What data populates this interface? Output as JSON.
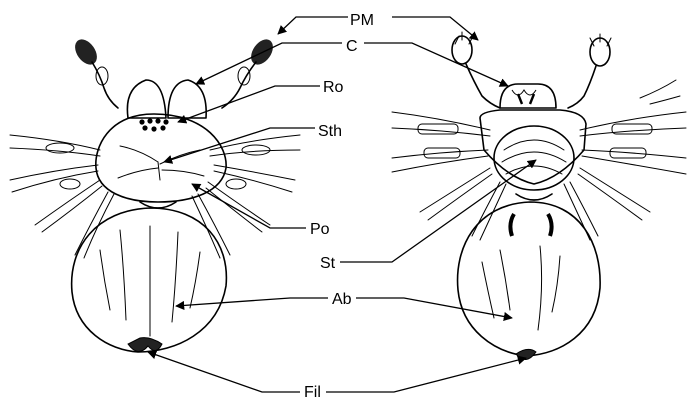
{
  "labels": {
    "pm": "PM",
    "c": "C",
    "ro": "Ro",
    "sth": "Sth",
    "po": "Po",
    "st": "St",
    "ab": "Ab",
    "fil": "Fil"
  },
  "colors": {
    "ink": "#000000",
    "paper": "#ffffff"
  }
}
